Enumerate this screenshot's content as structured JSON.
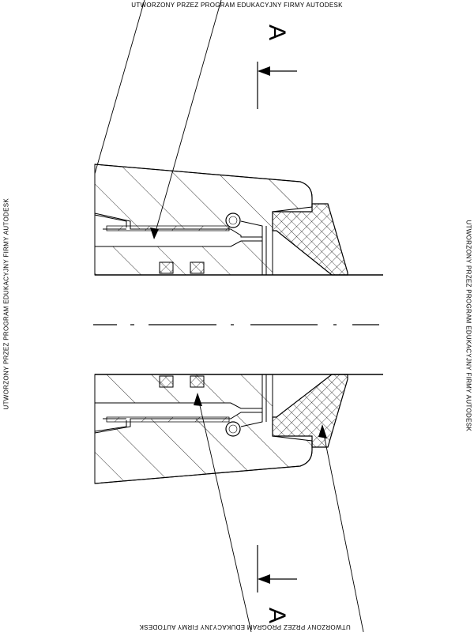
{
  "watermark": {
    "top": "UTWORZONY PRZEZ PROGRAM EDUKACYJNY FIRMY AUTODESK",
    "bottom": "UTWORZONY PRZEZ PROGRAM EDUKACYJNY FIRMY AUTODESK",
    "left": "UTWORZONY PRZEZ PROGRAM EDUKACYJNY FIRMY AUTODESK",
    "right": "UTWORZONY PRZEZ PROGRAM EDUKACYJNY FIRMY AUTODESK"
  },
  "section": {
    "top_label": "A",
    "bottom_label": "A"
  },
  "colors": {
    "line": "#000000",
    "background": "#ffffff"
  }
}
